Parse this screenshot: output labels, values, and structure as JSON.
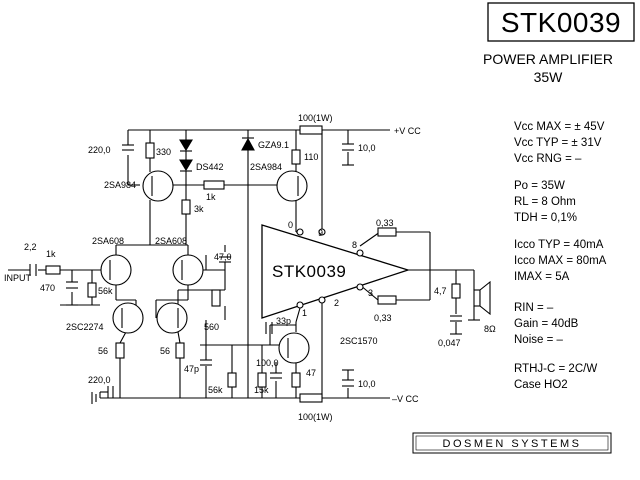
{
  "title_box": {
    "part": "STK0039"
  },
  "subtitle": {
    "line1": "POWER AMPLIFIER",
    "line2": "35W"
  },
  "ic_label": "STK0039",
  "specs": [
    "Vcc MAX = ± 45V",
    "Vcc TYP = ± 31V",
    "Vcc RNG = –",
    "Po = 35W",
    "RL = 8 Ohm",
    "TDH = 0,1%",
    "Icco TYP = 40mA",
    "Icco MAX = 80mA",
    "IMAX = 5A",
    "RIN = –",
    "Gain = 40dB",
    "Noise = –",
    "RTHJ-C = 2C/W",
    "Case HO2"
  ],
  "brand": "DOSMEN SYSTEMS",
  "labels": {
    "input": "INPUT",
    "c_in": "2,2",
    "r_in": "1k",
    "c470": "470",
    "r56k": "56k",
    "q_2sa608_a": "2SA608",
    "q_2sa608_b": "2SA608",
    "q_2sc2274": "2SC2274",
    "r56_a": "56",
    "r56_b": "56",
    "c220": "220,0",
    "c220_top": "220,0",
    "r330": "330",
    "ds442": "DS442",
    "q_2sa984_a": "2SA984",
    "q_2sa984_b": "2SA984",
    "r1k": "1k",
    "r3k": "3k",
    "gza": "GZA9.1",
    "r110": "110",
    "r100_top": "100(1W)",
    "vcc_pos": "+V CC",
    "c10_top": "10,0",
    "c47_0": "47,0",
    "r560": "560",
    "c47p": "47p",
    "r56k_b": "56k",
    "r15k": "15k",
    "c33p": "33p",
    "c100": "100,0",
    "r47": "47",
    "q_2sc1570": "2SC1570",
    "c10_bot": "10,0",
    "vcc_neg": "–V CC",
    "r100_bot": "100(1W)",
    "pin0": "0",
    "pin9": "9",
    "pin8": "8",
    "pin3": "3",
    "pin2": "2",
    "pin1": "1",
    "r033_a": "0,33",
    "r033_b": "0,33",
    "r4_7": "4,7",
    "c0_047": "0,047",
    "spk": "8Ω"
  }
}
